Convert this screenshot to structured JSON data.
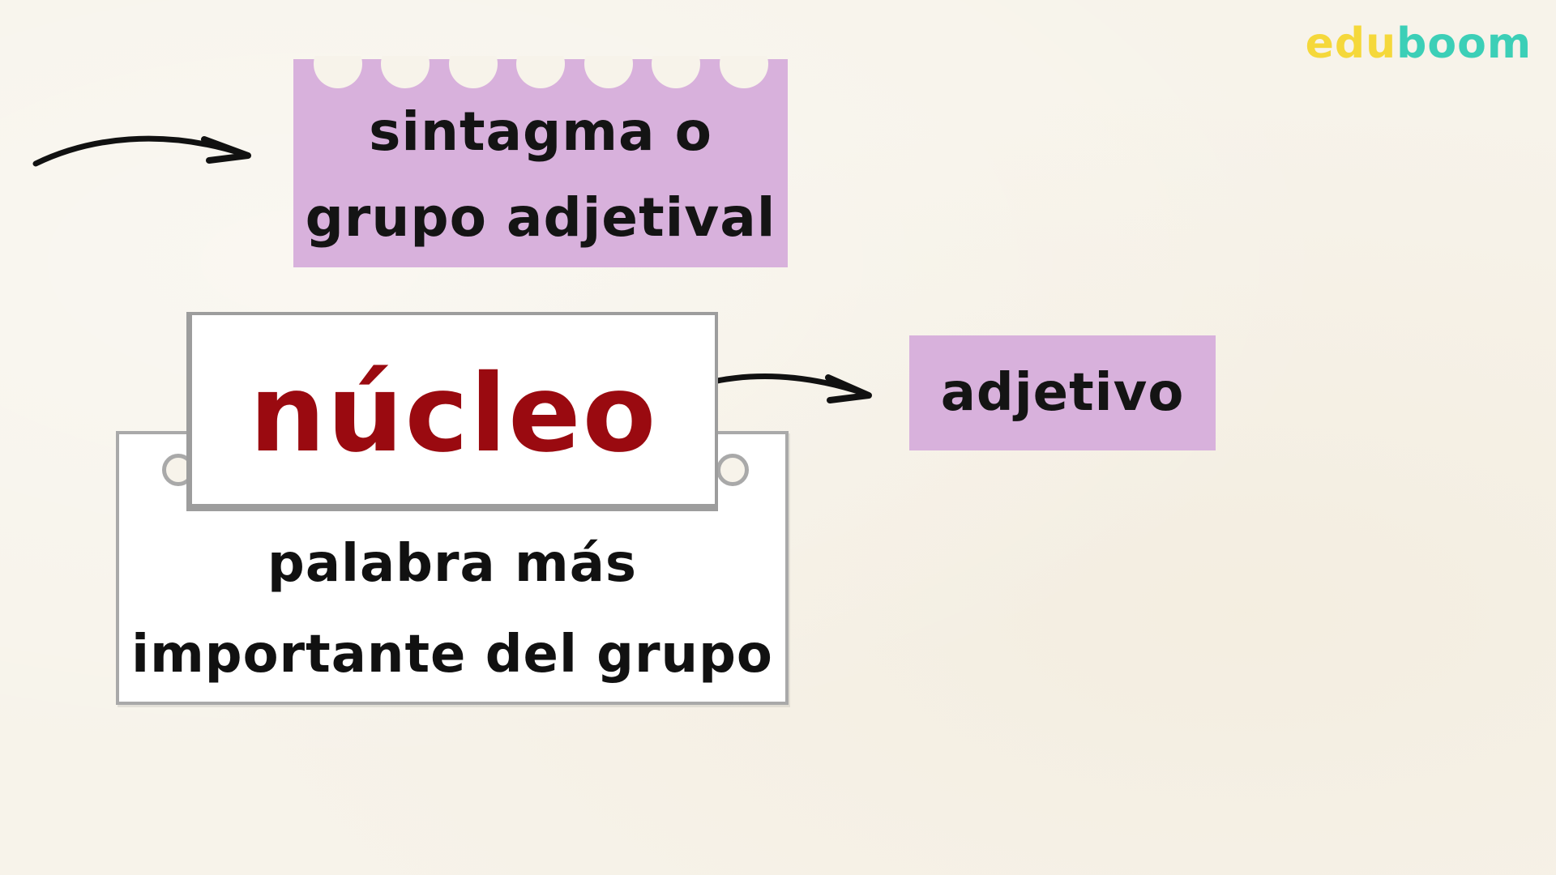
{
  "logo": {
    "part1": "edu",
    "part2": "boom",
    "colors": {
      "edu": "#f5d83b",
      "boom": "#3ccfb7"
    }
  },
  "top_note": {
    "line1": "sintagma o",
    "line2": "grupo adjetival",
    "color": "#d8b1dc"
  },
  "core_card": {
    "title": "núcleo",
    "title_color": "#9a0a10"
  },
  "definition_card": {
    "line1": "palabra más",
    "line2": "importante del grupo"
  },
  "right_note": {
    "label": "adjetivo",
    "color": "#d8b1dc"
  },
  "icons": [
    "arrow-right-icon",
    "arrow-right-icon"
  ]
}
